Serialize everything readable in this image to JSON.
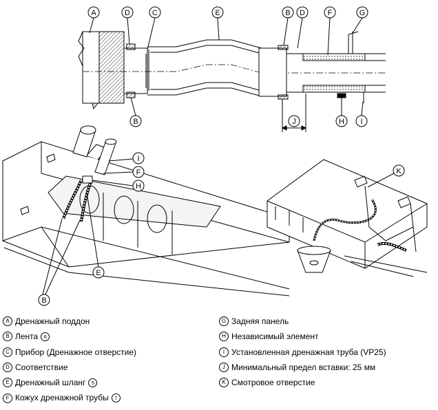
{
  "callouts": {
    "A": "A",
    "B": "B",
    "C": "C",
    "D": "D",
    "E": "E",
    "F": "F",
    "G": "G",
    "H": "H",
    "I": "I",
    "J": "J",
    "K": "K"
  },
  "legend": {
    "left": [
      {
        "key": "A",
        "text": "Дренажный поддон",
        "num": ""
      },
      {
        "key": "B",
        "text": "Лента",
        "num": "6"
      },
      {
        "key": "C",
        "text": "Прибор (Дренажное отверстие)",
        "num": ""
      },
      {
        "key": "D",
        "text": "Соответствие",
        "num": ""
      },
      {
        "key": "E",
        "text": "Дренажный шланг",
        "num": "5"
      },
      {
        "key": "F",
        "text": "Кожух дренажной трубы",
        "num": "7"
      }
    ],
    "right": [
      {
        "key": "G",
        "text": "Задняя панель"
      },
      {
        "key": "H",
        "text": "Независимый элемент"
      },
      {
        "key": "I",
        "text": "Установленная дренажная труба (VP25)"
      },
      {
        "key": "J",
        "text": "Минимальный предел вставки: 25 мм"
      },
      {
        "key": "K",
        "text": "Смотровое отверстие"
      }
    ]
  }
}
